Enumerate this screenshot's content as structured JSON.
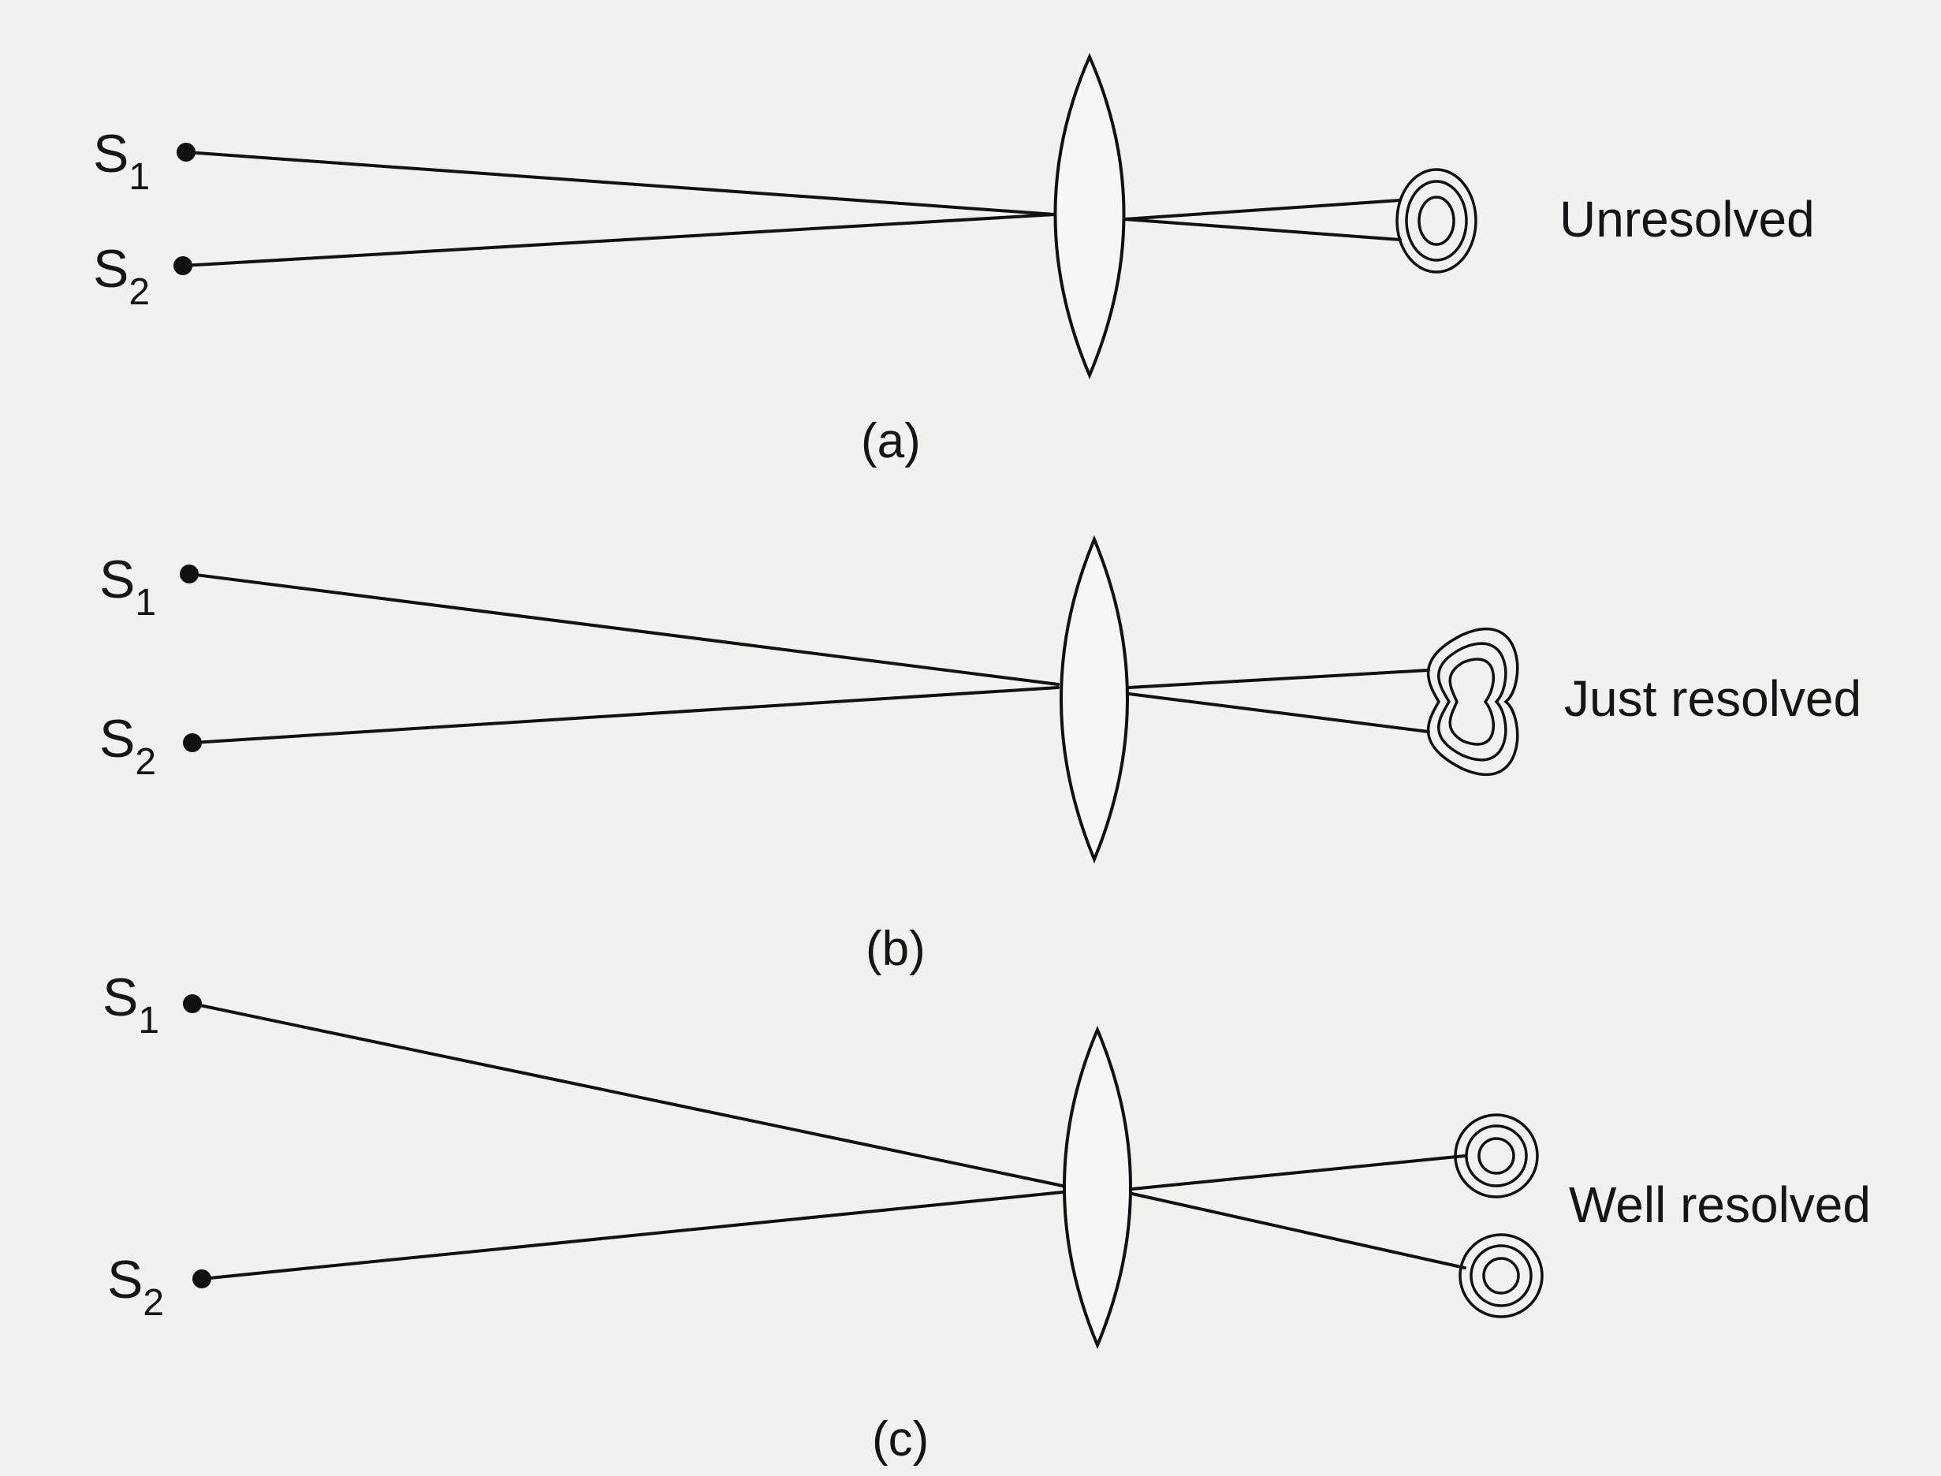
{
  "panels": [
    {
      "id": "a",
      "caption": "(a)",
      "status": "Unresolved",
      "source1": {
        "main": "S",
        "sub": "1"
      },
      "source2": {
        "main": "S",
        "sub": "2"
      }
    },
    {
      "id": "b",
      "caption": "(b)",
      "status": "Just resolved",
      "source1": {
        "main": "S",
        "sub": "1"
      },
      "source2": {
        "main": "S",
        "sub": "2"
      }
    },
    {
      "id": "c",
      "caption": "(c)",
      "status": "Well resolved",
      "source1": {
        "main": "S",
        "sub": "1"
      },
      "source2": {
        "main": "S",
        "sub": "2"
      }
    }
  ]
}
